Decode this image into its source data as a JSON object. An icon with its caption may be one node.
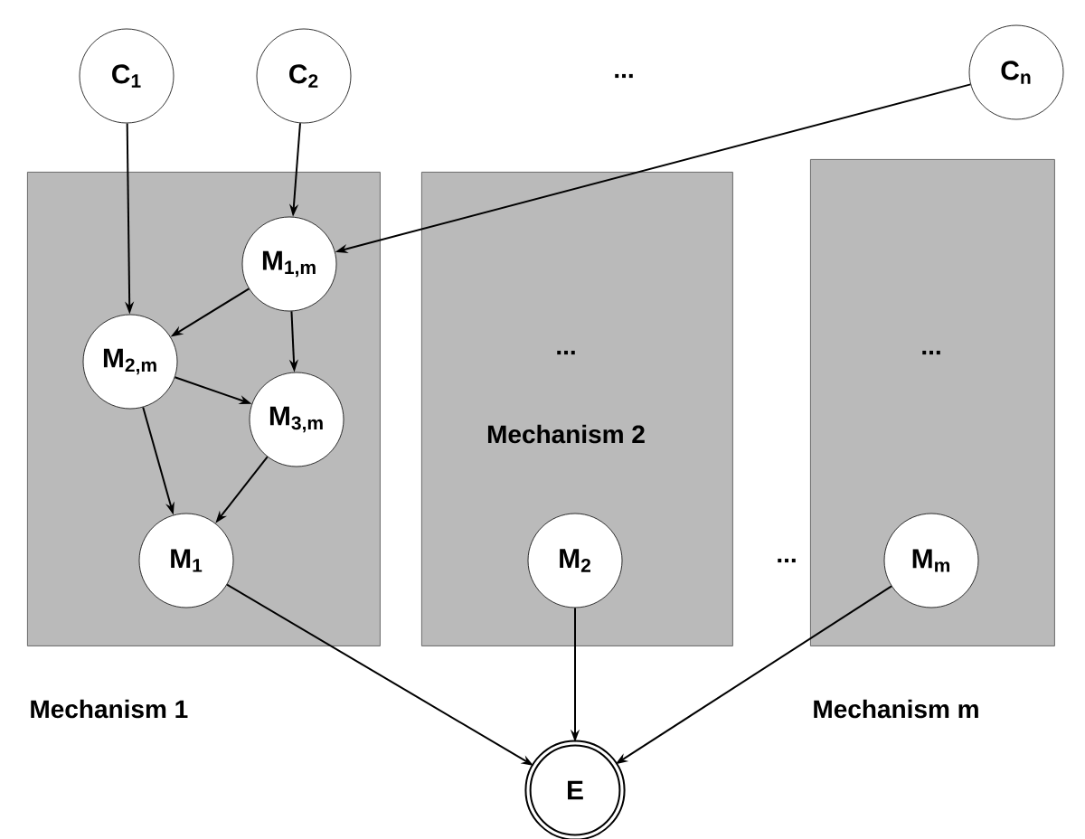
{
  "diagram": {
    "nodes": [
      {
        "text": [
          "C$_{1}$"
        ]
      },
      {
        "text": [
          "C$_{2}$"
        ]
      },
      {
        "text": [
          "C$_{n}$"
        ]
      },
      {
        "text": [
          "Mechanism 1"
        ]
      },
      {
        "text": [
          "M$_{1,m}$"
        ],
        "in": 3
      },
      {
        "text": [
          "M$_{2,m}$"
        ],
        "in": 3
      },
      {
        "text": [
          "M$_{3,m}$"
        ],
        "in": 3
      },
      {
        "text": [
          "M$_{1}$"
        ],
        "in": 3
      },
      {
        "text": [
          "...",
          "Mechanism 2"
        ]
      },
      {
        "text": [
          "M$_{2}$"
        ],
        "in": 8
      },
      {
        "text": [
          "...",
          "Mechanism m"
        ]
      },
      {
        "text": [
          "M$_{m}$"
        ],
        "in": 10
      },
      {
        "text": [
          "E"
        ]
      }
    ],
    "edges": [
      {
        "from": 0,
        "to": 5,
        "arrow": "to"
      },
      {
        "from": 1,
        "to": 4,
        "arrow": "to"
      },
      {
        "from": 2,
        "to": 4,
        "arrow": "to"
      },
      {
        "from": 4,
        "to": 5,
        "arrow": "to"
      },
      {
        "from": 4,
        "to": 6,
        "arrow": "to"
      },
      {
        "from": 5,
        "to": 6,
        "arrow": "to"
      },
      {
        "from": 5,
        "to": 7,
        "arrow": "to"
      },
      {
        "from": 6,
        "to": 7,
        "arrow": "to"
      },
      {
        "from": 7,
        "to": 12,
        "arrow": "to"
      },
      {
        "from": 9,
        "to": 12,
        "arrow": "to"
      },
      {
        "from": 11,
        "to": 12,
        "arrow": "to"
      }
    ],
    "labels": [
      "...",
      "..."
    ]
  }
}
